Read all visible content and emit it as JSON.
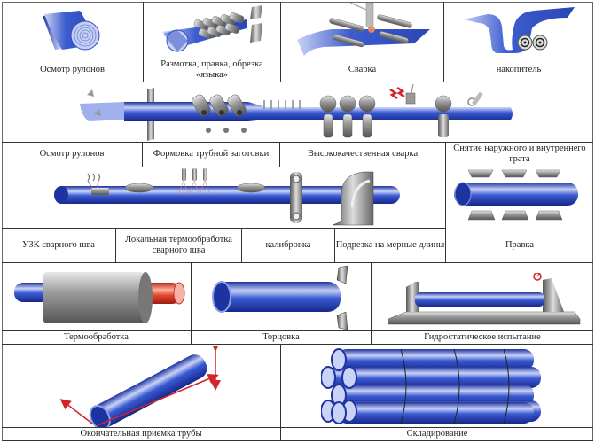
{
  "title": "Технологическая схема производства сварных труб",
  "rows": [
    {
      "steps": [
        {
          "label": "Осмотр рулонов",
          "icon": "coil-icon"
        },
        {
          "label": "Размотка, правка, обрезка «языка»",
          "icon": "uncoiling-straightening-icon"
        },
        {
          "label": "Сварка",
          "icon": "strip-welding-icon"
        },
        {
          "label": "накопитель",
          "icon": "accumulator-icon"
        }
      ]
    },
    {
      "steps": [
        {
          "label": "Осмотр рулонов",
          "icon": "strip-inspection-icon"
        },
        {
          "label": "Формовка трубной заготовки",
          "icon": "forming-rolls-icon"
        },
        {
          "label": "Высококачественная сварка",
          "icon": "hf-welding-icon"
        },
        {
          "label": "Снятие наружного и внутреннего грата",
          "icon": "deburring-icon"
        }
      ]
    },
    {
      "steps": [
        {
          "label": "УЗК сварного шва",
          "icon": "ultrasonic-test-icon"
        },
        {
          "label": "Локальная термообработка сварного шва",
          "icon": "local-heat-treatment-icon"
        },
        {
          "label": "калибровка",
          "icon": "sizing-icon"
        },
        {
          "label": "Подрезка на мерные длины",
          "icon": "cut-off-saw-icon"
        },
        {
          "label": "Правка",
          "icon": "straightening-rolls-icon"
        }
      ]
    },
    {
      "steps": [
        {
          "label": "Термообработка",
          "icon": "furnace-icon"
        },
        {
          "label": "Торцовка",
          "icon": "end-facing-icon"
        },
        {
          "label": "Гидростатическое испытание",
          "icon": "hydrotest-icon"
        }
      ]
    },
    {
      "steps": [
        {
          "label": "Окончательная приемка трубы",
          "icon": "final-inspection-icon"
        },
        {
          "label": "Складирование",
          "icon": "pipe-stack-icon"
        }
      ]
    }
  ],
  "colors": {
    "pipe_blue": "#2f4fc4",
    "pipe_highlight": "#a9b8f0",
    "steel_gray": "#8a8a8a",
    "hot_red": "#e2462a",
    "arrow_red": "#d2232a",
    "grid": "#333333"
  }
}
